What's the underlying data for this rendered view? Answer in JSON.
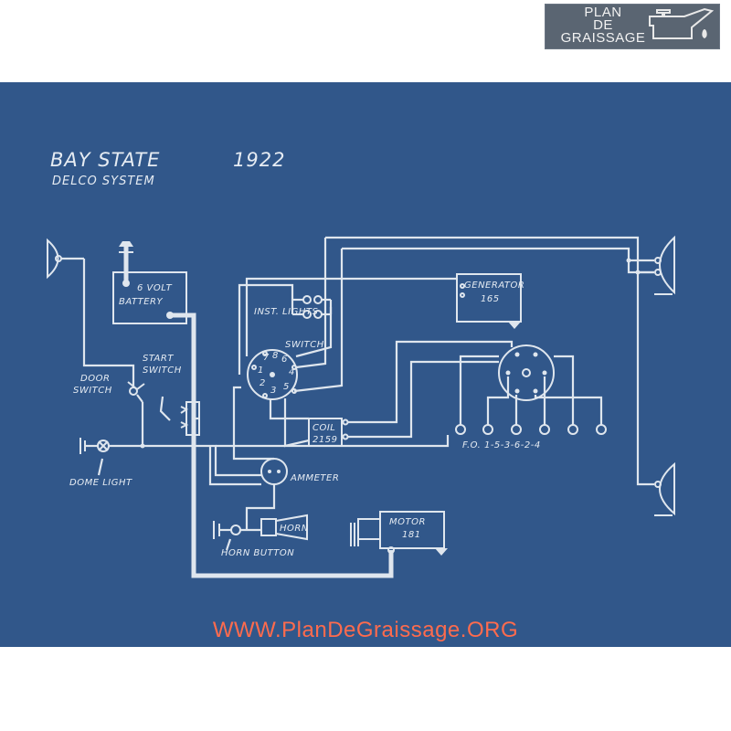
{
  "title": {
    "make": "BAY STATE",
    "year": "1922",
    "system": "DELCO SYSTEM"
  },
  "logo": {
    "line1": "PLAN",
    "line2": "DE",
    "line3": "GRAISSAGE",
    "icon": "oil-can-icon"
  },
  "labels": {
    "battery_volt": "6 VOLT",
    "battery": "BATTERY",
    "inst_lights": "INST. LIGHTS",
    "switch": "SWITCH",
    "generator": "GENERATOR",
    "generator_num": "165",
    "start_switch_1": "START",
    "start_switch_2": "SWITCH",
    "door_switch_1": "DOOR",
    "door_switch_2": "SWITCH",
    "coil_1": "COIL",
    "coil_2": "2159",
    "firing_order": "F.O. 1-5-3-6-2-4",
    "dome_light": "DOME LIGHT",
    "ammeter": "AMMETER",
    "horn": "HORN",
    "horn_button": "HORN BUTTON",
    "motor_1": "MOTOR",
    "motor_2": "181",
    "switch_terminals": [
      "1",
      "2",
      "3",
      "4",
      "5",
      "6",
      "7",
      "8"
    ]
  },
  "footer": {
    "url": "WWW.PlanDeGraissage.ORG"
  },
  "colors": {
    "blueprint": "#31578a",
    "lines": "#dfe6ee",
    "url": "#ff6b4d",
    "logo_bg": "#5a6572"
  }
}
